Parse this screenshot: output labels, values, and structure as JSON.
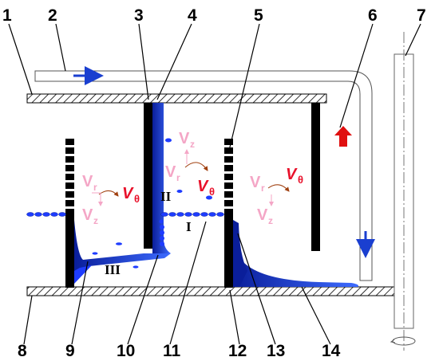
{
  "labels": {
    "l1": "1",
    "l2": "2",
    "l3": "3",
    "l4": "4",
    "l5": "5",
    "l6": "6",
    "l7": "7",
    "l8": "8",
    "l9": "9",
    "l10": "10",
    "l11": "11",
    "l12": "12",
    "l13": "13",
    "l14": "14"
  },
  "zones": {
    "z1": "I",
    "z2": "II",
    "z3": "III"
  },
  "velocity": {
    "v": "V",
    "r": "r",
    "z": "z",
    "theta": "θ"
  },
  "colors": {
    "liquid": "#1e3cff",
    "liquid_dark": "#0a1e9a",
    "wall": "#000000",
    "hatch": "#000000",
    "velocity_soft": "#f4a6c6",
    "velocity_strong": "#e8102a",
    "flow_arrow": "#1a3fd0",
    "up_arrow": "#e01010"
  }
}
